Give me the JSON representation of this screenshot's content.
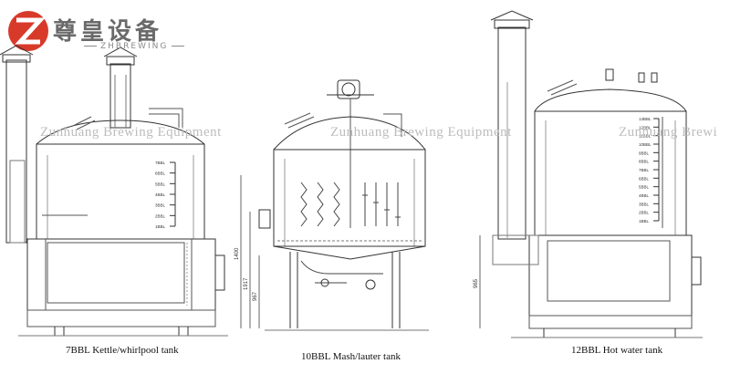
{
  "brand": {
    "name_cn": "尊皇设备",
    "name_en": "ZHBREWING",
    "logo_letter": "Z",
    "logo_color": "#d83a2a"
  },
  "watermarks": [
    "Zunhuang Brewing Equipment",
    "Zunhuang Brewing Equipment",
    "Zunhuang Brewi"
  ],
  "tanks": [
    {
      "caption": "7BBL Kettle/whirlpool tank",
      "scale": [
        "7BBL",
        "6BBL",
        "5BBL",
        "4BBL",
        "3BBL",
        "2BBL",
        "1BBL"
      ]
    },
    {
      "caption": "10BBL Mash/lauter tank",
      "dims": [
        "1400",
        "1917",
        "967"
      ]
    },
    {
      "caption": "12BBL Hot water tank",
      "dims": [
        "965"
      ],
      "scale": [
        "13BBL",
        "12BBL",
        "11BBL",
        "10BBL",
        "9BBL",
        "8BBL",
        "7BBL",
        "6BBL",
        "5BBL",
        "4BBL",
        "3BBL",
        "2BBL",
        "1BBL"
      ]
    }
  ]
}
